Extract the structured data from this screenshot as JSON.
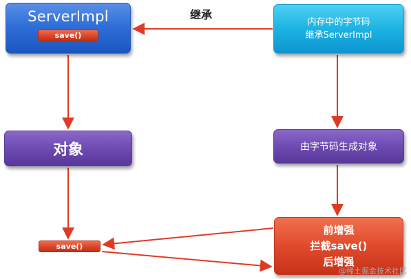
{
  "nodes": {
    "server_impl": {
      "title": "ServerImpl",
      "method": "save()"
    },
    "bytecode": {
      "line1": "内存中的字节码",
      "line2": "继承ServerImpl"
    },
    "object": {
      "label": "对象"
    },
    "generated_object": {
      "label": "由字节码生成对象"
    },
    "save_call": {
      "label": "save()"
    },
    "enhance": {
      "line1": "前增强",
      "line2": "拦截save()",
      "line3": "后增强"
    }
  },
  "edges": {
    "inherit_label": "继承"
  },
  "watermark": "@稀土掘金技术社区",
  "colors": {
    "arrow": "#e03a24",
    "blue": "#2f6fd8",
    "cyan": "#1db3e4",
    "purple": "#6e4bb2",
    "red": "#e04a2c"
  }
}
